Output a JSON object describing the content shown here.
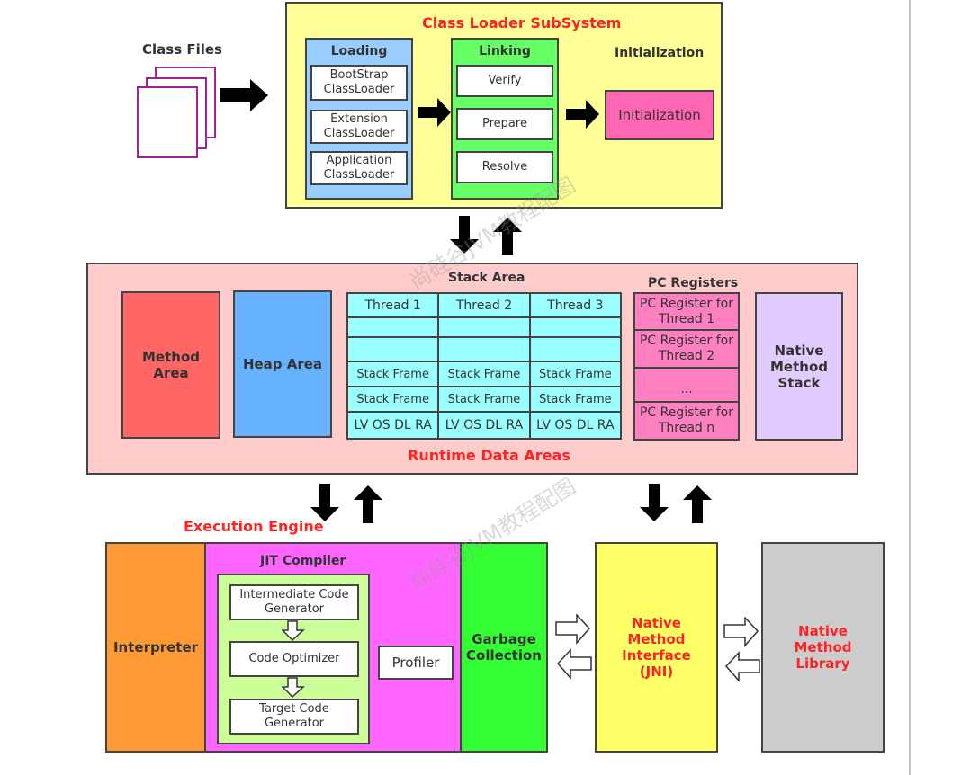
{
  "class_files": {
    "label": "Class Files"
  },
  "class_loader": {
    "title": "Class Loader SubSystem",
    "loading": {
      "title": "Loading",
      "items": [
        "BootStrap ClassLoader",
        "Extension ClassLoader",
        "Application ClassLoader"
      ]
    },
    "linking": {
      "title": "Linking",
      "items": [
        "Verify",
        "Prepare",
        "Resolve"
      ]
    },
    "initialization": {
      "title": "Initialization",
      "box": "Initialization"
    }
  },
  "runtime": {
    "title": "Runtime Data Areas",
    "method_area": "Method Area",
    "heap_area": "Heap Area",
    "stack_area": {
      "title": "Stack Area",
      "threads": [
        "Thread 1",
        "Thread 2",
        "Thread 3"
      ],
      "rows": [
        [
          "",
          "",
          ""
        ],
        [
          "",
          "",
          ""
        ],
        [
          "Stack Frame",
          "Stack Frame",
          "Stack Frame"
        ],
        [
          "Stack Frame",
          "Stack Frame",
          "Stack Frame"
        ],
        [
          "LV OS DL RA",
          "LV OS DL RA",
          "LV OS DL RA"
        ]
      ]
    },
    "pc_registers": {
      "title": "PC Registers",
      "items": [
        "PC Register for Thread 1",
        "PC Register for Thread 2",
        "...",
        "PC Register for Thread n"
      ]
    },
    "native_method_stack": "Native Method Stack"
  },
  "execution_engine": {
    "title": "Execution Engine",
    "interpreter": "Interpreter",
    "jit": {
      "title": "JIT Compiler",
      "steps": [
        "Intermediate Code Generator",
        "Code Optimizer",
        "Target Code Generator"
      ],
      "profiler": "Profiler"
    },
    "gc": "Garbage Collection"
  },
  "jni": "Native Method Interface (JNI)",
  "native_library": "Native Method Library",
  "watermark": "尚硅谷JVM教程配图",
  "colors": {
    "loader_bg": "#ffff99",
    "loading_bg": "#99ccff",
    "linking_bg": "#66ff66",
    "init_bg": "#ff66b3",
    "runtime_bg": "#ffcccc",
    "method_bg": "#ff6666",
    "heap_bg": "#66b2ff",
    "stack_bg": "#99ffff",
    "pc_bg": "#ff80c0",
    "native_stack_bg": "#e0ccff",
    "interp_bg": "#ff9933",
    "jit_bg": "#ff66ff",
    "jit_inner_bg": "#ccff99",
    "gc_bg": "#33ff33",
    "jni_bg": "#ffff66",
    "lib_bg": "#cccccc",
    "title_red": "#ff2222"
  }
}
